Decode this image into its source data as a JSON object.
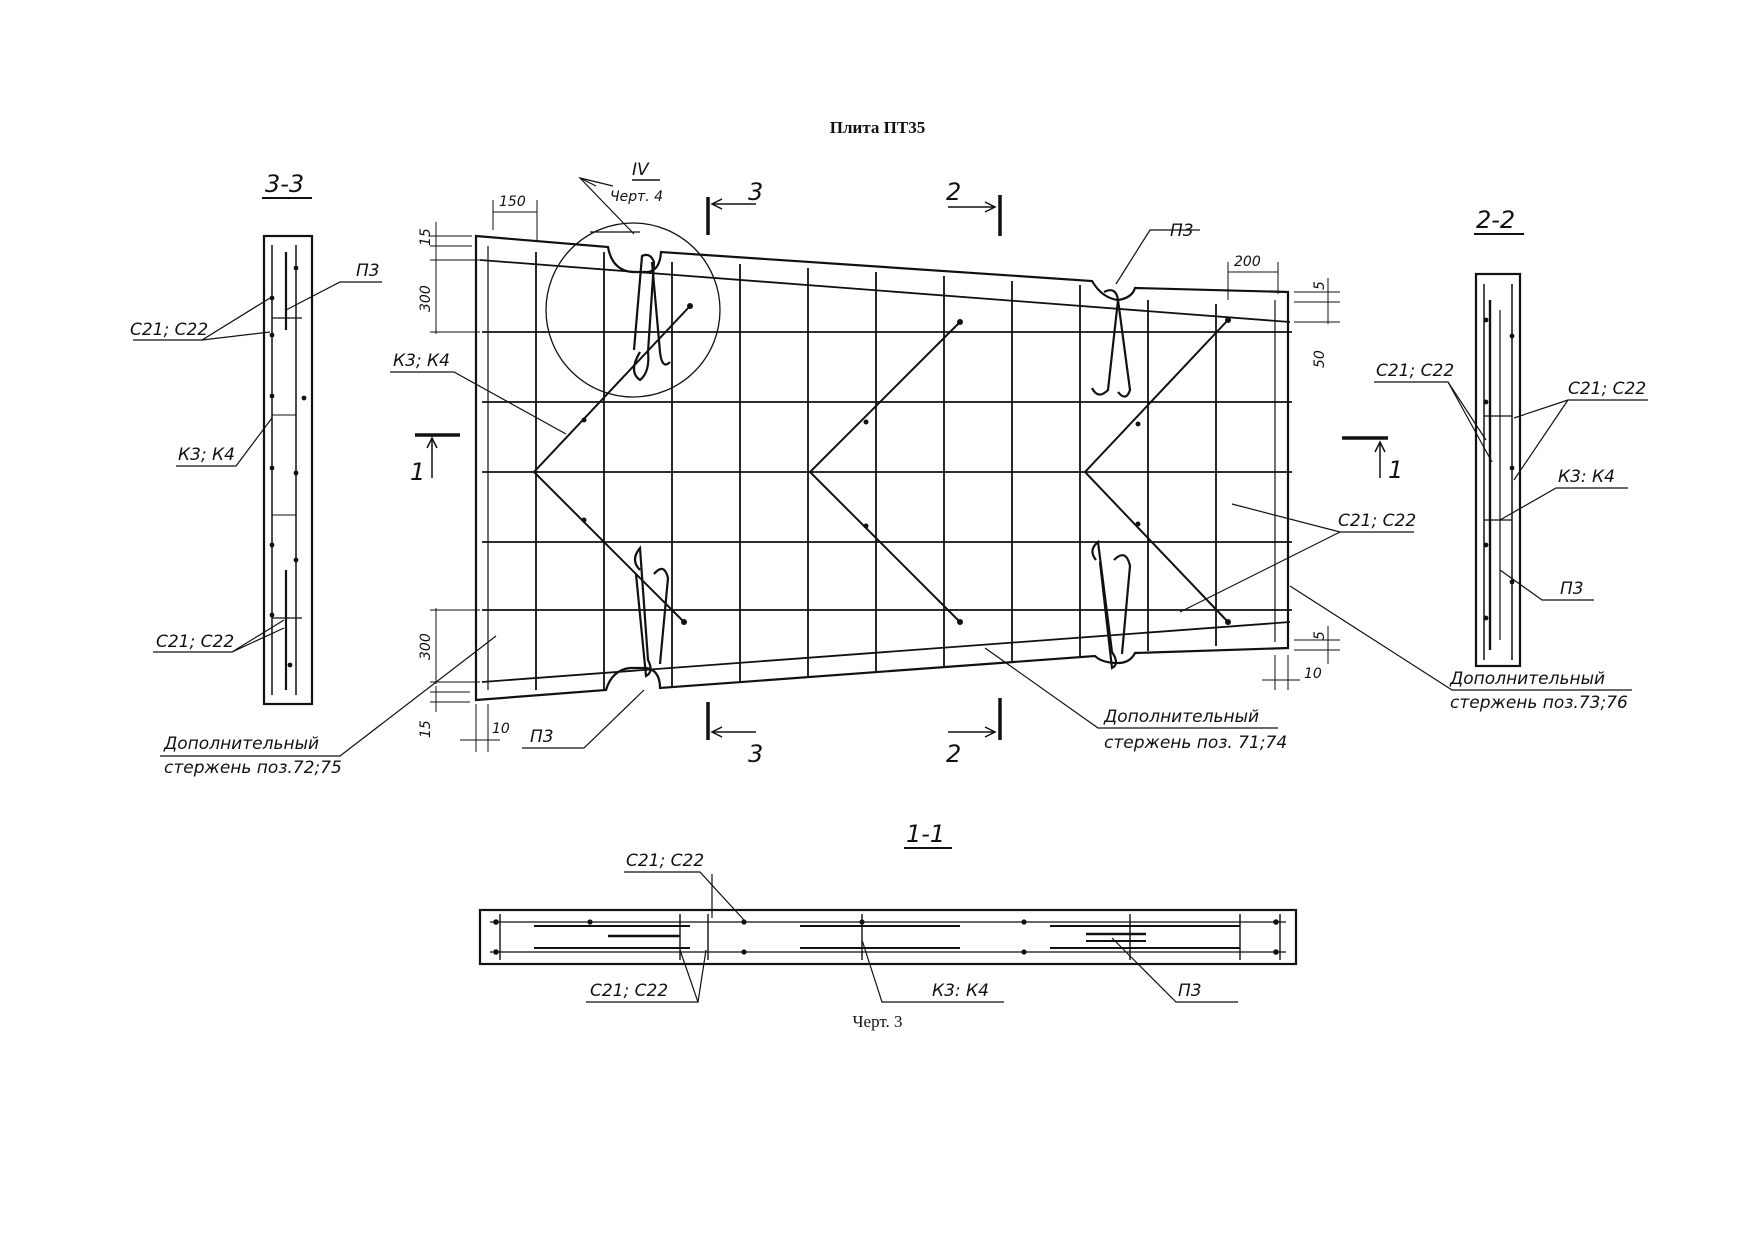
{
  "title": "Плита ПТ35",
  "caption": "Черт. 3",
  "section_labels": {
    "s33": "3-3",
    "s22": "2-2",
    "s11": "1-1",
    "cut1": "1",
    "cut2": "2",
    "cut3": "3"
  },
  "detail_ref": {
    "numeral": "IV",
    "sheet": "Черт. 4"
  },
  "dimensions": {
    "d150": "150",
    "d15": "15",
    "d300": "300",
    "d200": "200",
    "d5": "5",
    "d50": "50",
    "d10": "10"
  },
  "callouts": {
    "p3": "П3",
    "c21c22": "С21; С22",
    "k3k4": "К3; К4",
    "k3k4_b": "К3: К4",
    "extra": "Дополнительный",
    "rod_72_75": "стержень поз.72;75",
    "rod_71_74": "стержень поз. 71;74",
    "rod_73_76": "стержень поз.73;76"
  }
}
